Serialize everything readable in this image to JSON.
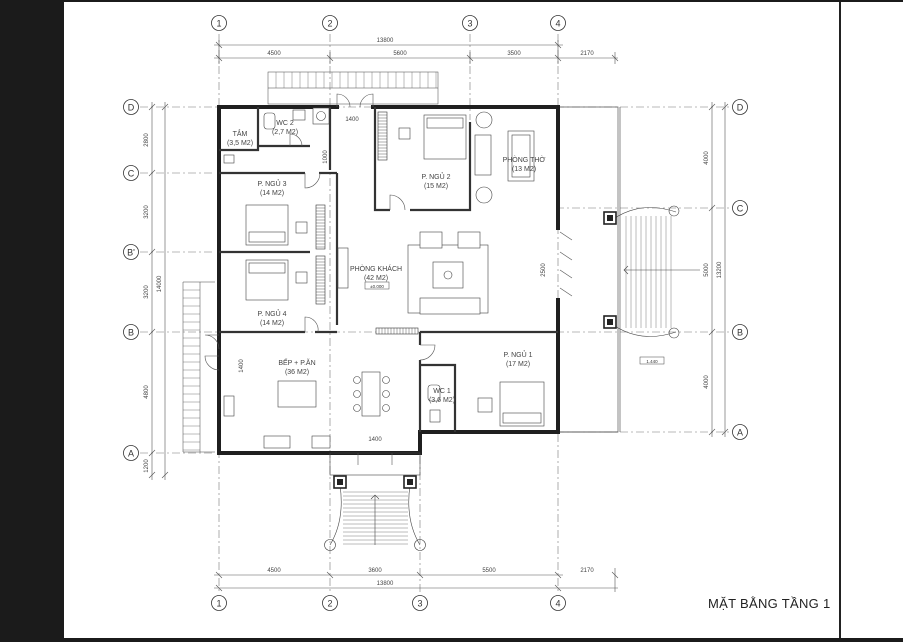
{
  "drawing": {
    "title": "MẶT BẰNG TẦNG 1",
    "colors": {
      "wall": "#222222",
      "line": "#555555",
      "background": "#1b1b1b",
      "sheet": "#ffffff"
    }
  },
  "axes": {
    "vertical": [
      "1",
      "2",
      "3",
      "4"
    ],
    "bottom_axis_3_label": "3",
    "horizontal": [
      "D",
      "C",
      "B'",
      "B",
      "A"
    ]
  },
  "dimensions": {
    "top_total": "13800",
    "top_segments": [
      "4500",
      "5600",
      "3500",
      "2170"
    ],
    "bottom_total": "13800",
    "bottom_segments": [
      "4500",
      "3600",
      "5500",
      "2170"
    ],
    "left_total": "14000",
    "left_segments": [
      "2800",
      "3200",
      "3200",
      "4800",
      "1200"
    ],
    "right_total": "13200",
    "right_segments": [
      "4000",
      "5000",
      "4000"
    ],
    "inner": [
      "1400",
      "1000",
      "2500",
      "1400",
      "1400"
    ],
    "level_tag": "1.440",
    "origin_level": "±0.000"
  },
  "rooms": [
    {
      "name": "TẮM",
      "area": "(3,5 M2)"
    },
    {
      "name": "WC 2",
      "area": "(2,7 M2)"
    },
    {
      "name": "P. NGỦ 2",
      "area": "(15 M2)"
    },
    {
      "name": "PHÒNG THỜ",
      "area": "(13 M2)"
    },
    {
      "name": "P. NGỦ 3",
      "area": "(14 M2)"
    },
    {
      "name": "PHÒNG KHÁCH",
      "area": "(42 M2)"
    },
    {
      "name": "P. NGỦ 4",
      "area": "(14 M2)"
    },
    {
      "name": "BẾP + P.ĂN",
      "area": "(36 M2)"
    },
    {
      "name": "P. NGỦ 1",
      "area": "(17 M2)"
    },
    {
      "name": "WC 1",
      "area": "(3,6 M2)"
    }
  ]
}
